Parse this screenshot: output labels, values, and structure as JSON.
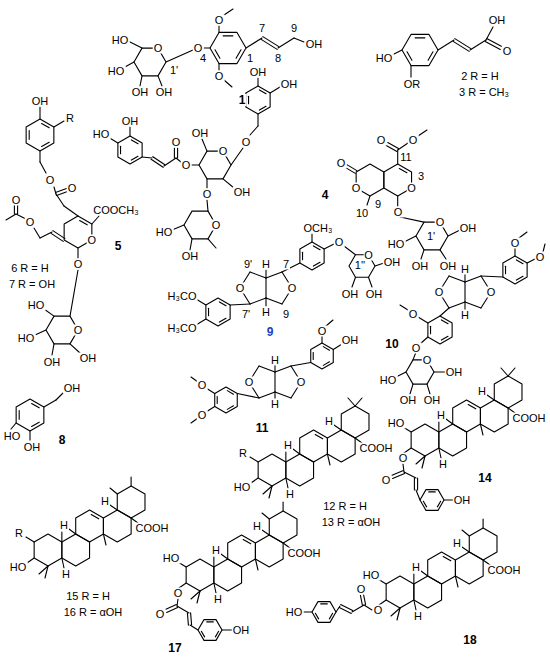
{
  "diagram": {
    "labels": [
      "O",
      "7",
      "9",
      "OH",
      "1",
      "8",
      "4",
      "O",
      "1'",
      "O",
      "HO",
      "HO",
      "OH",
      "OH",
      "O",
      "1",
      "OH",
      "O",
      "HO",
      "OR",
      "2 R = H",
      "3 R = CH₃",
      "OH",
      "R",
      "O",
      "O",
      "COOCH₃",
      "O",
      "O",
      "O",
      "O",
      "6 R = H",
      "7 R = OH",
      "O",
      "OH",
      "OH",
      "HO",
      "HO",
      "OH",
      "HO",
      "OH",
      "8",
      "OH",
      "OH",
      "O",
      "O",
      "OH",
      "O",
      "O",
      "OH",
      "HO",
      "OH",
      "O",
      "O",
      "OH",
      "HO",
      "5",
      "O",
      "O",
      "11",
      "3",
      "O",
      "O",
      "O",
      "O",
      "9",
      "10",
      "O",
      "1'",
      "OH",
      "OH",
      "OH",
      "HO",
      "4",
      "O",
      "O",
      "9'",
      "7",
      "9",
      "7'",
      "H",
      "H",
      "OCH₃",
      "O",
      "1''",
      "O",
      "OH",
      "OH",
      "OH",
      "H₃CO",
      "H₃CO",
      "9",
      "H",
      "H",
      "O",
      "O",
      "O",
      "O",
      "O",
      "O",
      "O",
      "OH",
      "OH",
      "OH",
      "HO",
      "10",
      "H",
      "H",
      "O",
      "O",
      "OH",
      "O",
      "O",
      "O",
      "11",
      "R",
      "HO",
      "H",
      "H",
      "H",
      "COOH",
      "12 R = H",
      "13 R = αOH",
      "HO",
      "O",
      "O",
      "H",
      "H",
      "H",
      "COOH",
      "OH",
      "14",
      "R",
      "HO",
      "H",
      "H",
      "H",
      "COOH",
      "15 R = H",
      "16 R = αOH",
      "HO",
      "O",
      "O",
      "H",
      "H",
      "H",
      "COOH",
      "OH",
      "17",
      "HO",
      "O",
      "O",
      "H",
      "H",
      "H",
      "COOH",
      "HO",
      "18"
    ]
  }
}
